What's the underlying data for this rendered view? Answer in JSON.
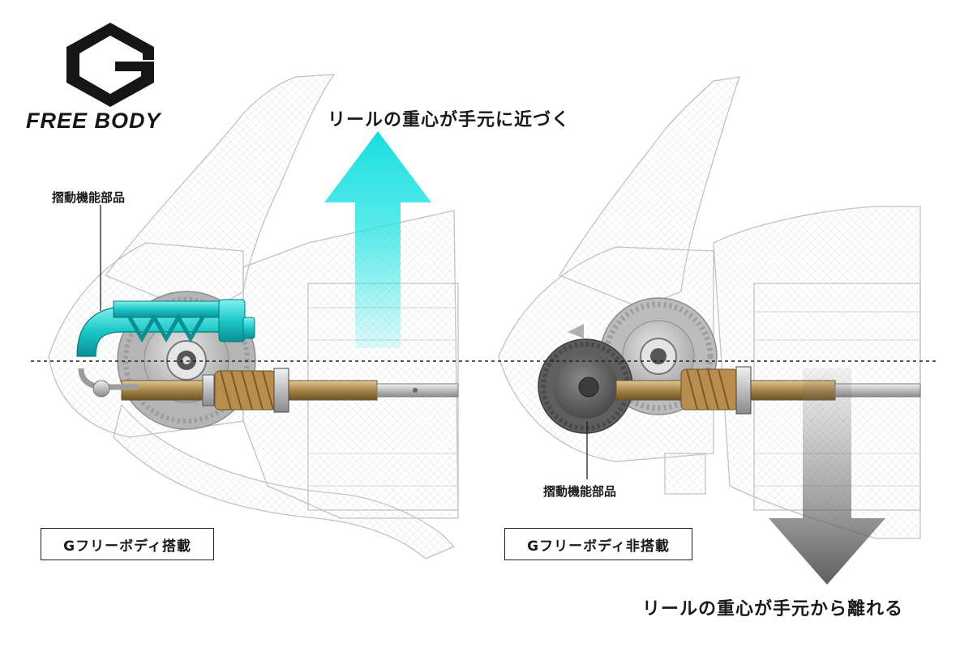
{
  "logo": {
    "text": "FREE BODY",
    "icon": "g-hexagon-logo-icon"
  },
  "captions": {
    "top": "リールの重心が手元に近づく",
    "bottom": "リールの重心が手元から離れる"
  },
  "left_panel": {
    "part_label": "摺動機能部品",
    "box_label": "Gフリーボディ搭載"
  },
  "right_panel": {
    "part_label": "摺動機能部品",
    "box_label": "Gフリーボディ非搭載"
  },
  "colors": {
    "accent_cyan": "#1fd6d6",
    "arrow_top": "#22e3e3",
    "arrow_bottom": "#666666",
    "brass": "#b8955a",
    "wireframe": "#c9c9c9"
  }
}
